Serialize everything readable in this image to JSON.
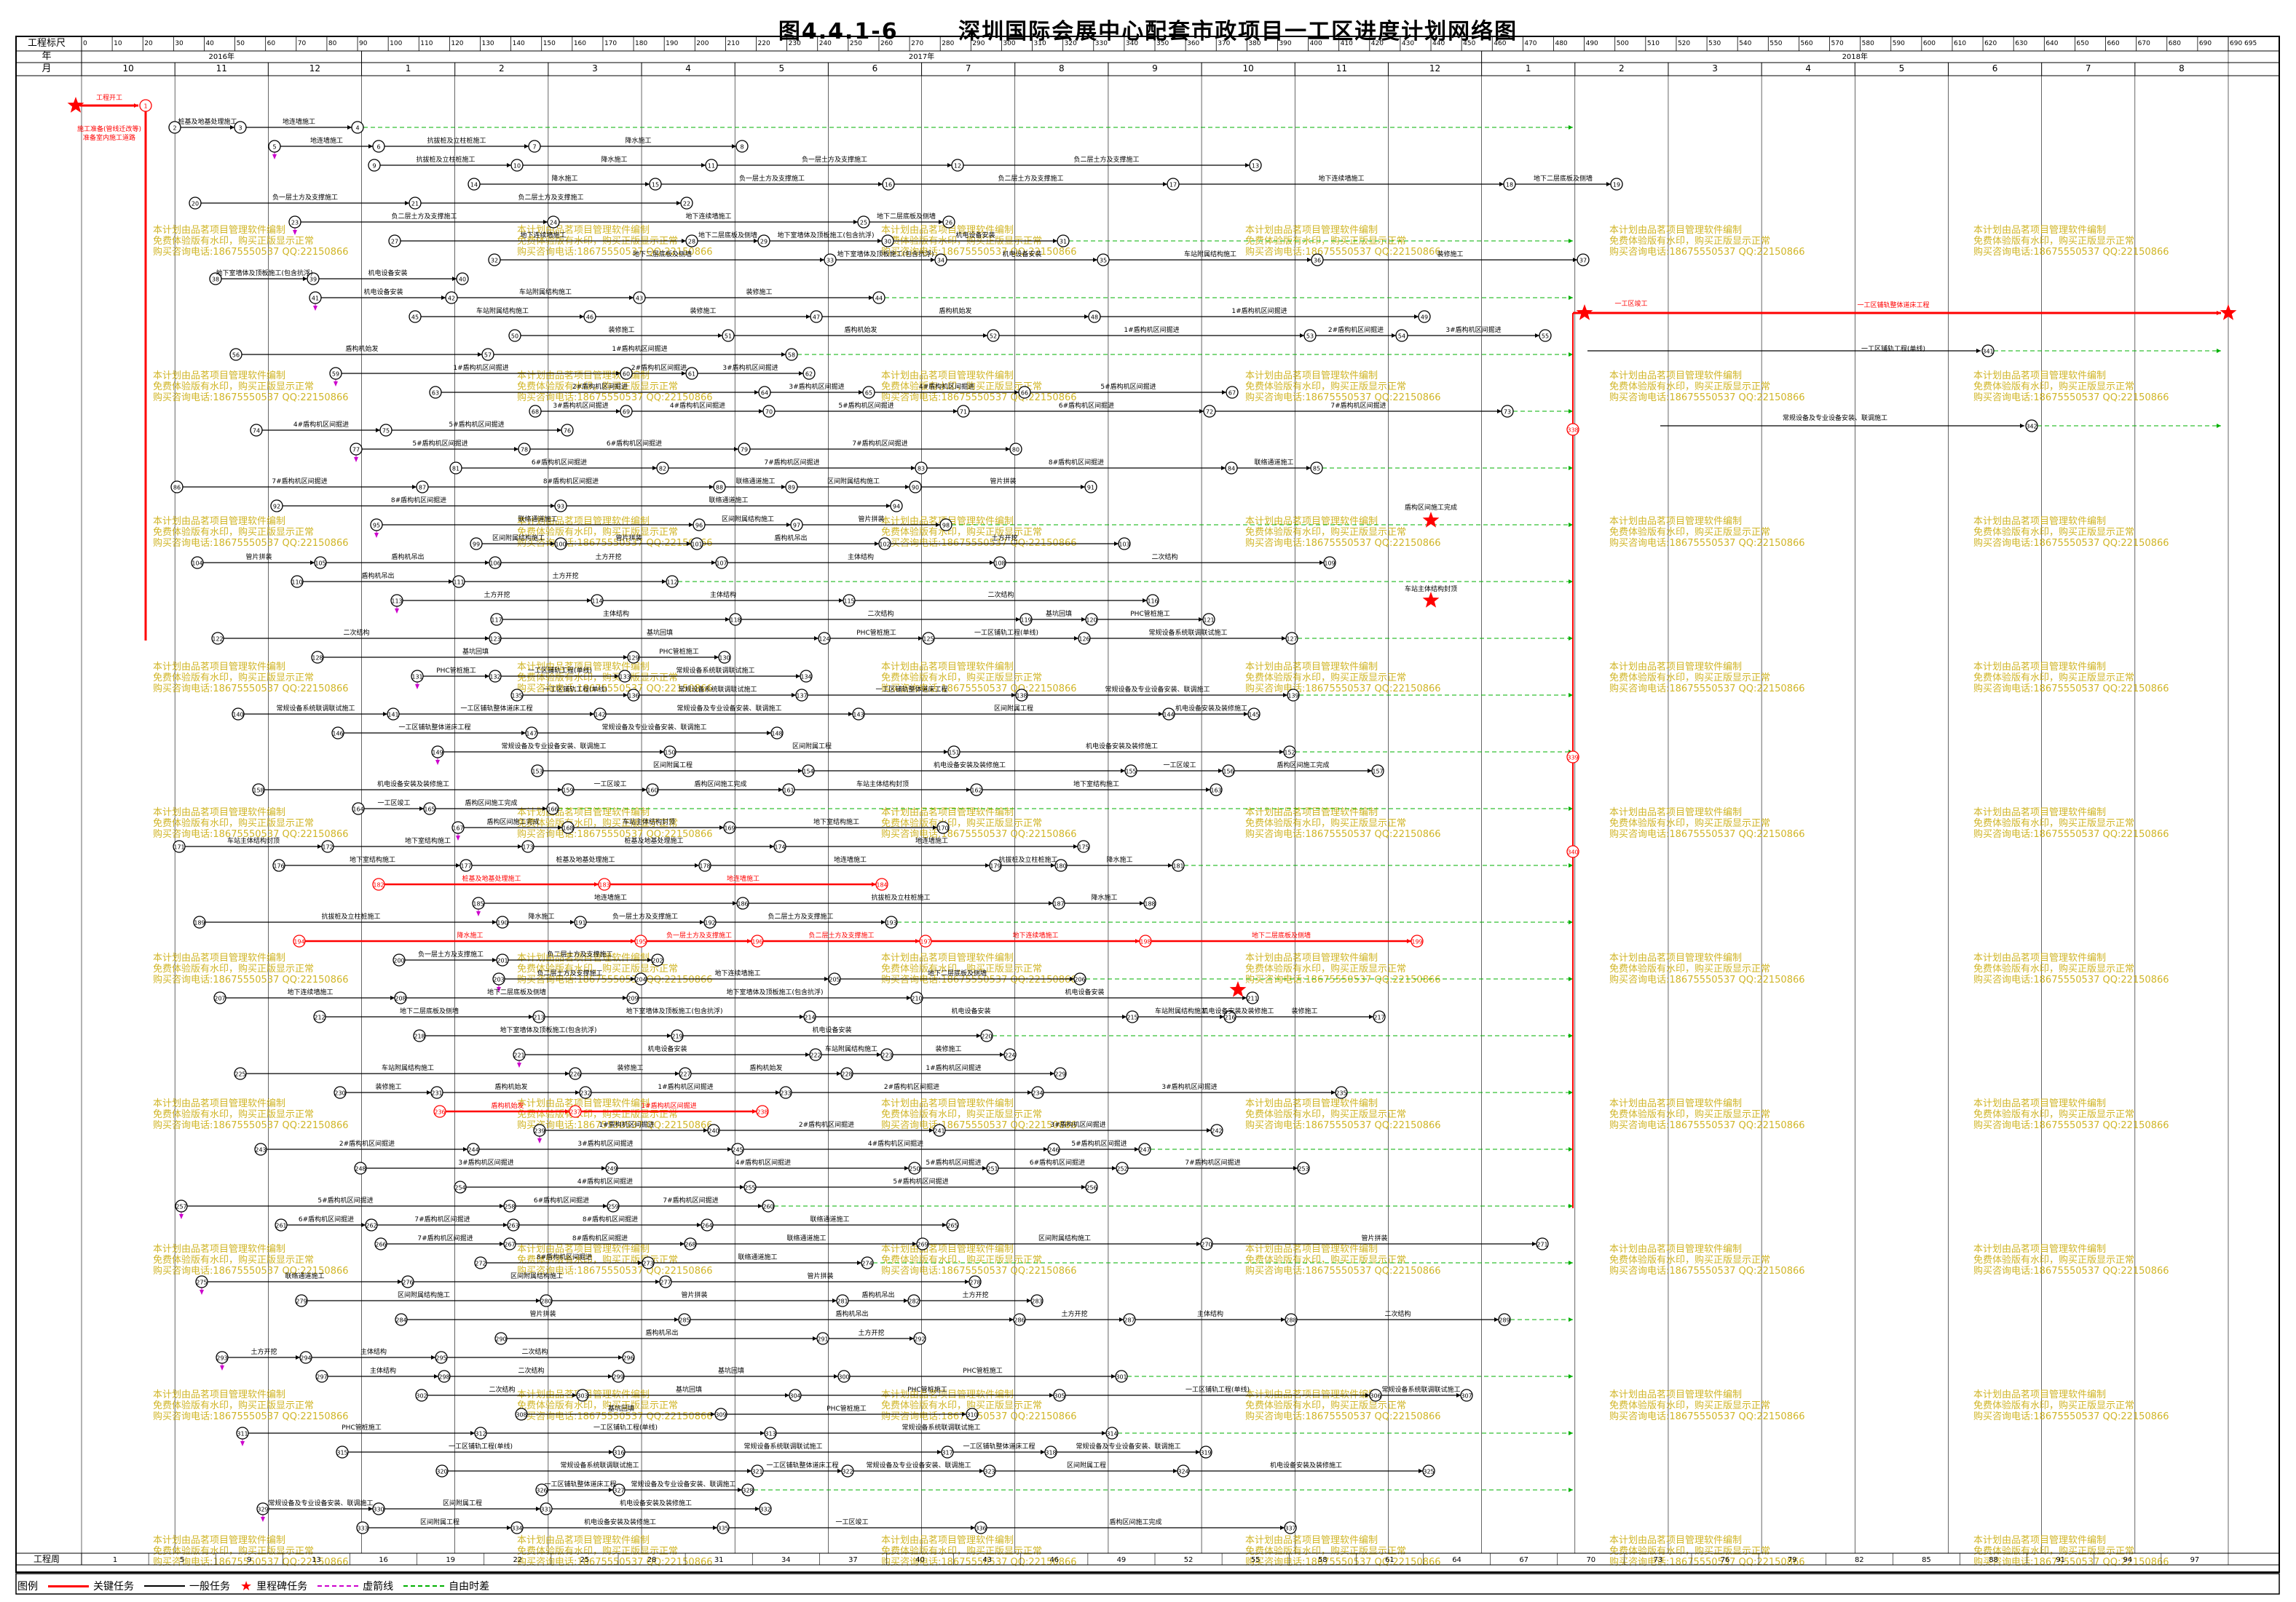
{
  "page_title_num": "图4.4.1-6",
  "page_title": "深圳国际会展中心配套市政项目一工区进度计划网络图",
  "scale_label": "工程标尺",
  "year_label": "年",
  "month_label": "月",
  "week_label": "工程周",
  "years": [
    "2016年",
    "2017年",
    "2018年"
  ],
  "months": [
    "10",
    "11",
    "12",
    "1",
    "2",
    "3",
    "4",
    "5",
    "6",
    "7",
    "8",
    "9",
    "10",
    "11",
    "12",
    "1",
    "2",
    "3",
    "4",
    "5",
    "6",
    "7",
    "8"
  ],
  "scale_ticks": [
    "0",
    "10",
    "20",
    "30",
    "40",
    "50",
    "60",
    "70",
    "80",
    "90",
    "100",
    "110",
    "120",
    "130",
    "140",
    "150",
    "160",
    "170",
    "180",
    "190",
    "200",
    "210",
    "220",
    "230",
    "240",
    "250",
    "260",
    "270",
    "280",
    "290",
    "300",
    "310",
    "320",
    "330",
    "340",
    "350",
    "360",
    "370",
    "380",
    "390",
    "400",
    "410",
    "420",
    "430",
    "440",
    "450",
    "460",
    "470",
    "480",
    "490",
    "500",
    "510",
    "520",
    "530",
    "540",
    "550",
    "560",
    "570",
    "580",
    "590",
    "600",
    "610",
    "620",
    "630",
    "640",
    "650",
    "660",
    "670",
    "680",
    "690",
    "690 695"
  ],
  "week_ticks": [
    "1",
    "5",
    "9",
    "13",
    "16",
    "19",
    "22",
    "25",
    "28",
    "31",
    "34",
    "37",
    "40",
    "43",
    "46",
    "49",
    "52",
    "55",
    "58",
    "61",
    "64",
    "67",
    "70",
    "73",
    "76",
    "79",
    "82",
    "85",
    "88",
    "91",
    "94",
    "97"
  ],
  "watermark_lines": [
    "本计划由品茗项目管理软件编制",
    "免费体验版有水印，购买正版显示正常",
    "购买咨询电话:18675550537 QQ:22150866"
  ],
  "legend": {
    "label": "图例",
    "items": [
      "关键任务",
      "一般任务",
      "里程碑任务",
      "虚箭线",
      "自由时差"
    ]
  },
  "task_labels": {
    "start": "工程开工",
    "prep": "施工准备(管线迁改等)",
    "prep2": "准备室内施工道路",
    "l1": "桩基及地基处理施工",
    "l2": "地连墙施工",
    "l3": "抗拔桩及立柱桩施工",
    "l4": "降水施工",
    "l5": "负一层土方及支撑施工",
    "l6": "负二层土方及支撑施工",
    "l7": "地下连续墙施工",
    "l8": "地下二层底板及侧墙",
    "l9": "地下室墙体及顶板施工(包含抗浮)",
    "l10": "机电设备安装",
    "l11": "车站附属结构施工",
    "l12": "装修施工",
    "l13": "盾构机始发",
    "l14": "1#盾构机区间掘进",
    "l15": "2#盾构机区间掘进",
    "l16": "3#盾构机区间掘进",
    "l17": "4#盾构机区间掘进",
    "l18": "5#盾构机区间掘进",
    "l19": "6#盾构机区间掘进",
    "l20": "7#盾构机区间掘进",
    "l21": "8#盾构机区间掘进",
    "l22": "联络通道施工",
    "l23": "区间附属结构施工",
    "l24": "管片拼装",
    "l25": "盾构机吊出",
    "l26": "土方开挖",
    "l27": "主体结构",
    "l28": "二次结构",
    "l29": "基坑回填",
    "l30": "PHC管桩施工",
    "l31": "一工区铺轨工程(单线)",
    "l32": "常规设备系统联调联试施工",
    "l33": "一工区铺轨整体道床工程",
    "l34": "常规设备及专业设备安装、联调施工",
    "l35": "区间附属工程",
    "l36": "机电设备安装及装修施工",
    "l37": "一工区竣工",
    "l38": "盾构区间施工完成",
    "l39": "车站主体结构封顶",
    "l40": "地下室结构施工"
  },
  "colors": {
    "critical": "#ff0000",
    "normal": "#000000",
    "virtual": "#cc00cc",
    "slack": "#00b000",
    "watermark": "#c8a800",
    "milestone": "#ff0000",
    "node": "#000000"
  }
}
